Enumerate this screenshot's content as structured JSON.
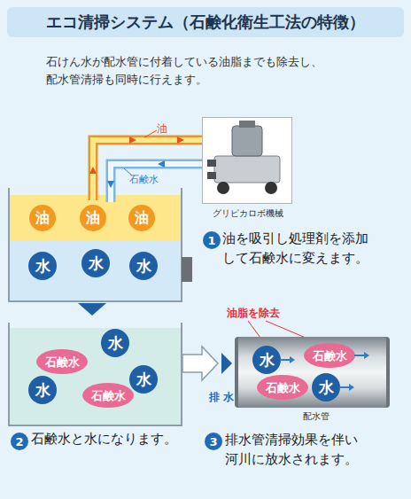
{
  "diagram": {
    "title": "エコ清掃システム（石鹸化衛生工法の特徴）",
    "nodes": [
      {
        "text": [
          "油"
        ]
      },
      {
        "text": [
          "油"
        ]
      },
      {
        "text": [
          "油"
        ]
      },
      {
        "text": [
          "水"
        ]
      },
      {
        "text": [
          "水"
        ]
      },
      {
        "text": [
          "水"
        ]
      },
      {
        "text": [
          "グリピカロボ機械"
        ]
      },
      {
        "text": [
          "1"
        ]
      },
      {
        "text": [
          "水"
        ]
      },
      {
        "text": [
          "石鹸水"
        ]
      },
      {
        "text": [
          "水"
        ]
      },
      {
        "text": [
          "水"
        ]
      },
      {
        "text": [
          "石鹸水"
        ]
      },
      {
        "text": [
          "配水管"
        ]
      },
      {
        "text": [
          "水"
        ],
        "in": 13
      },
      {
        "text": [
          "石鹸水"
        ],
        "in": 13
      },
      {
        "text": [
          "石鹸水"
        ],
        "in": 13
      },
      {
        "text": [
          "水"
        ],
        "in": 13
      },
      {
        "text": [
          "2"
        ]
      },
      {
        "text": [
          "3"
        ]
      }
    ],
    "labels": [
      "石けん水が配水管に付着している油脂までも除去し、 配水管清掃も同時に行えます。",
      "油",
      "石鹸水",
      "油を吸引し処理剤を添加 して石鹸水に変えます。",
      "油脂を除去",
      "排 水",
      "石鹸水と水になります。",
      "排水管清掃効果を伴い 河川に放水されます。"
    ]
  }
}
